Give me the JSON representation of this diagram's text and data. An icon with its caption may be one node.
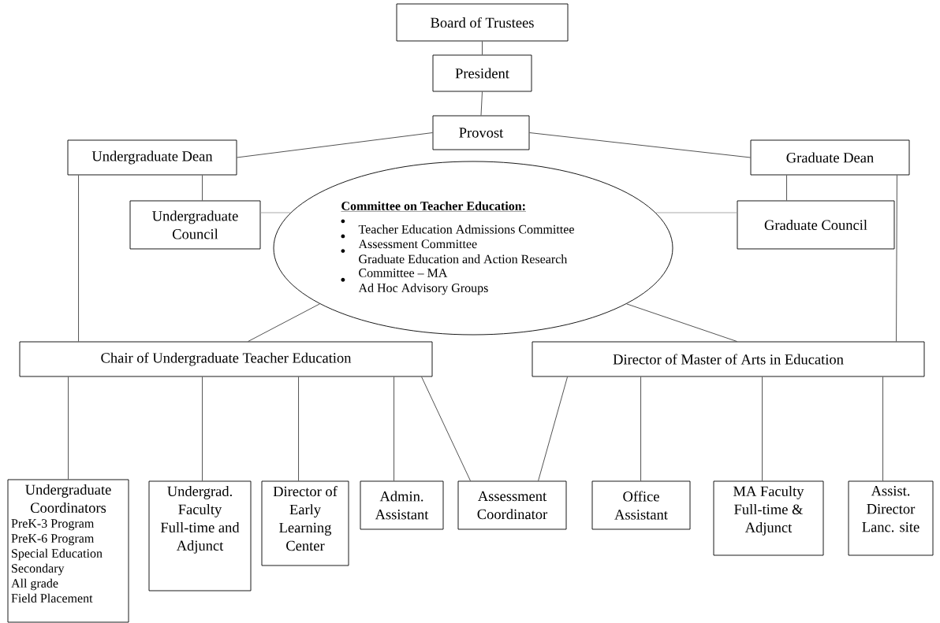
{
  "diagram": {
    "nodes": [
      {
        "text": [
          "Board of Trustees"
        ]
      },
      {
        "text": [
          "President"
        ]
      },
      {
        "text": [
          "Provost"
        ]
      },
      {
        "text": [
          "Undergraduate Dean"
        ]
      },
      {
        "text": [
          "Graduate Dean"
        ]
      },
      {
        "text": [
          "Undergraduate Council"
        ]
      },
      {
        "text": [
          "Committee on Teacher Education:",
          "Teacher Education Admissions  Committee",
          "Assessment Committee",
          "Graduate Education and Action Research Committee – MA",
          "Ad Hoc Advisory Groups"
        ]
      },
      {
        "text": [
          "Graduate Council"
        ]
      },
      {
        "text": [
          "Chair of Undergraduate Teacher Education"
        ]
      },
      {
        "text": [
          "Director of Master of Arts in Education"
        ]
      },
      {
        "text": [
          "Undergraduate Coordinators",
          "PreK-3 Program",
          "PreK-6 Program",
          "Special Education",
          "Secondary",
          "All grade",
          "Field Placement"
        ]
      },
      {
        "text": [
          "Undergrad. Faculty Full-time and Adjunct"
        ]
      },
      {
        "text": [
          "Director of Early Learning Center"
        ]
      },
      {
        "text": [
          "Admin. Assistant"
        ]
      },
      {
        "text": [
          "Assessment Coordinator"
        ]
      },
      {
        "text": [
          "Office Assistant"
        ]
      },
      {
        "text": [
          "MA Faculty Full-time & Adjunct"
        ]
      },
      {
        "text": [
          "Assist. Director Lanc. site"
        ]
      }
    ],
    "edges": [
      {
        "from": 0,
        "to": 1,
        "arrow": "none"
      },
      {
        "from": 1,
        "to": 2,
        "arrow": "none"
      },
      {
        "from": 2,
        "to": 3,
        "arrow": "none"
      },
      {
        "from": 2,
        "to": 4,
        "arrow": "none"
      },
      {
        "from": 3,
        "to": 5,
        "arrow": "none"
      },
      {
        "from": 3,
        "to": 8,
        "arrow": "none"
      },
      {
        "from": 4,
        "to": 7,
        "arrow": "none"
      },
      {
        "from": 4,
        "to": 9,
        "arrow": "none"
      },
      {
        "from": 5,
        "to": 6,
        "arrow": "none",
        "color": "#a0a0a0"
      },
      {
        "from": 7,
        "to": 6,
        "arrow": "none",
        "color": "#a0a0a0"
      },
      {
        "from": 6,
        "to": 8,
        "arrow": "none"
      },
      {
        "from": 6,
        "to": 9,
        "arrow": "none"
      },
      {
        "from": 8,
        "to": 10,
        "arrow": "none"
      },
      {
        "from": 8,
        "to": 11,
        "arrow": "none"
      },
      {
        "from": 8,
        "to": 12,
        "arrow": "none"
      },
      {
        "from": 8,
        "to": 13,
        "arrow": "none"
      },
      {
        "from": 8,
        "to": 14,
        "arrow": "none"
      },
      {
        "from": 9,
        "to": 14,
        "arrow": "none"
      },
      {
        "from": 9,
        "to": 15,
        "arrow": "none"
      },
      {
        "from": 9,
        "to": 16,
        "arrow": "none"
      },
      {
        "from": 9,
        "to": 17,
        "arrow": "none"
      }
    ]
  }
}
